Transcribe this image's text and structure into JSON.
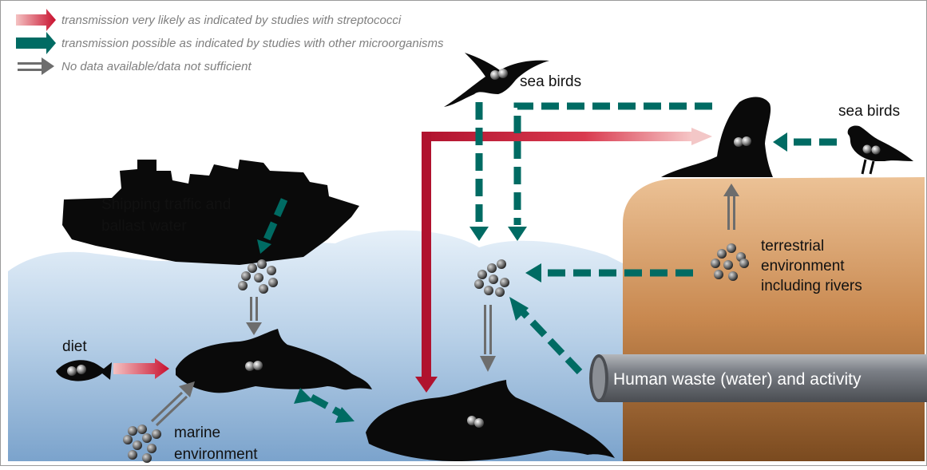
{
  "legend": {
    "items": [
      {
        "label": "transmission very likely as indicated by studies with streptococci",
        "color": "#c8102e"
      },
      {
        "label": "transmission possible as indicated by studies with other microorganisms",
        "color": "#006b63"
      },
      {
        "label": "No data available/data not sufficient",
        "color": "#6d6d6d"
      }
    ]
  },
  "labels": {
    "sea_birds_flying": "sea birds",
    "sea_birds_standing": "sea birds",
    "shipping": [
      "Shipping traffic and",
      "ballast water"
    ],
    "terrestrial": [
      "terrestrial",
      "environment",
      "including rivers"
    ],
    "diet": "diet",
    "marine": [
      "marine",
      "environment"
    ],
    "human_waste": "Human waste (water) and activity"
  },
  "colors": {
    "red_arrow": "#b0122e",
    "teal_arrow": "#006b63",
    "gray_arrow": "#6d6d6d",
    "sea_top": "#d8e8f5",
    "sea_bottom": "#7fa7ce",
    "land_top": "#e7b88a",
    "land_bottom": "#7a4a1f",
    "pipe": "#7b7f86"
  }
}
